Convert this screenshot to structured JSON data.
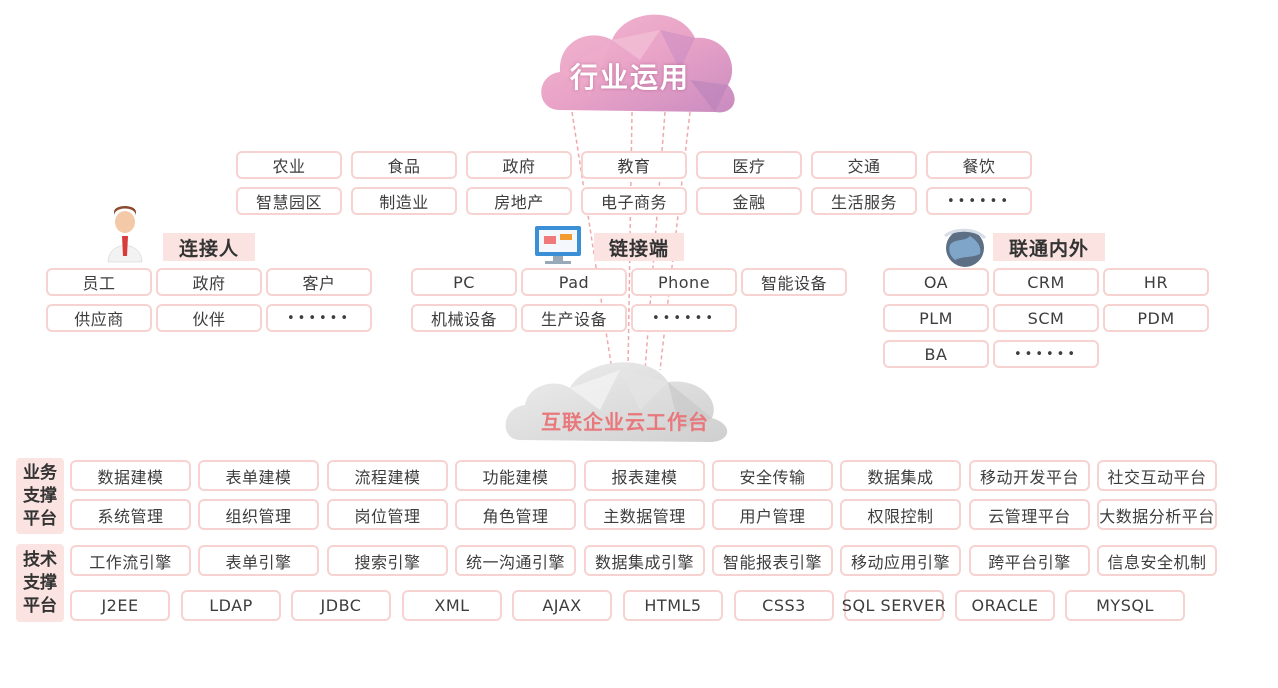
{
  "header": {
    "title": "行业运用"
  },
  "industries": [
    [
      "农业",
      "食品",
      "政府",
      "教育",
      "医疗",
      "交通",
      "餐饮"
    ],
    [
      "智慧园区",
      "制造业",
      "房地产",
      "电子商务",
      "金融",
      "生活服务",
      "••••••"
    ]
  ],
  "connect_people": {
    "title": "连接人",
    "items": [
      [
        "员工",
        "政府",
        "客户"
      ],
      [
        "供应商",
        "伙伴",
        "••••••"
      ]
    ]
  },
  "connect_devices": {
    "title": "链接端",
    "items": [
      [
        "PC",
        "Pad",
        "Phone",
        "智能设备"
      ],
      [
        "机械设备",
        "生产设备",
        "••••••"
      ]
    ]
  },
  "connect_systems": {
    "title": "联通内外",
    "items": [
      [
        "OA",
        "CRM",
        "HR"
      ],
      [
        "PLM",
        "SCM",
        "PDM"
      ],
      [
        "BA",
        "••••••"
      ]
    ]
  },
  "platform": {
    "title": "互联企业云工作台"
  },
  "business": {
    "tag": [
      "业务",
      "支撑",
      "平台"
    ],
    "items": [
      [
        "数据建模",
        "表单建模",
        "流程建模",
        "功能建模",
        "报表建模",
        "安全传输",
        "数据集成",
        "移动开发平台",
        "社交互动平台"
      ],
      [
        "系统管理",
        "组织管理",
        "岗位管理",
        "角色管理",
        "主数据管理",
        "用户管理",
        "权限控制",
        "云管理平台",
        "大数据分析平台"
      ]
    ]
  },
  "tech": {
    "tag": [
      "技术",
      "支撑",
      "平台"
    ],
    "engines": [
      "工作流引擎",
      "表单引擎",
      "搜索引擎",
      "统一沟通引擎",
      "数据集成引擎",
      "智能报表引擎",
      "移动应用引擎",
      "跨平台引擎",
      "信息安全机制"
    ],
    "stack": [
      "J2EE",
      "LDAP",
      "JDBC",
      "XML",
      "AJAX",
      "HTML5",
      "CSS3",
      "SQL SERVER",
      "ORACLE",
      "MYSQL"
    ]
  },
  "colors": {
    "accent": "#e8787b",
    "border": "#f6d3d1",
    "tag_bg": "#fbe3e2",
    "cloud_pink": "#e7a7c9",
    "cloud_gray": "#d9d9d9"
  }
}
